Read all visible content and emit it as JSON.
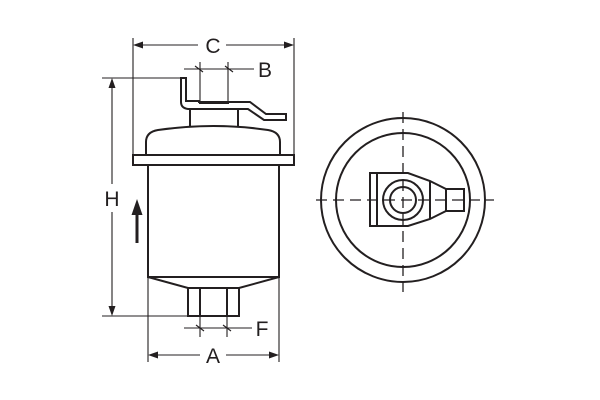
{
  "drawing": {
    "title": "Fuel filter dimension drawing",
    "line_color": "#231f20",
    "background": "#ffffff",
    "labels": {
      "A": "A",
      "B": "B",
      "C": "C",
      "F": "F",
      "H": "H"
    },
    "views": [
      {
        "name": "side-view",
        "description": "Side elevation with mounting bracket, flanged top, cylindrical body and threaded outlet"
      },
      {
        "name": "top-view",
        "description": "Plan view with concentric circles, center lines and bracket outline"
      }
    ],
    "flow_direction": "up"
  }
}
